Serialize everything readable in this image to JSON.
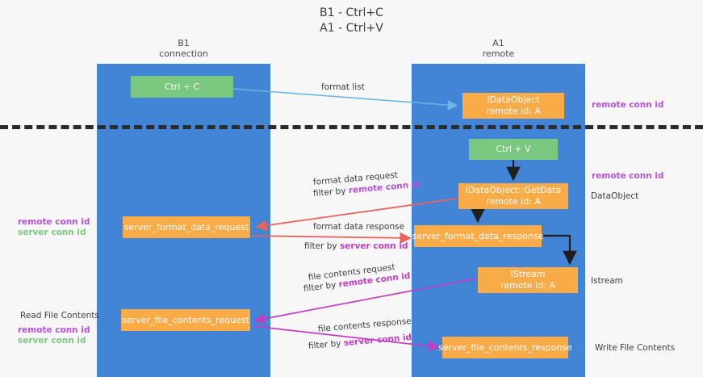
{
  "title": {
    "line1": "B1 - Ctrl+C",
    "line2": "A1 - Ctrl+V"
  },
  "lanes": [
    {
      "id": "b1",
      "name": "B1",
      "sub": "connection",
      "color": "#4285d6"
    },
    {
      "id": "a1",
      "name": "A1",
      "sub": "remote",
      "color": "#4285d6"
    }
  ],
  "colors": {
    "lane": "#4285d6",
    "green_node": "#7ac87f",
    "orange_node": "#f9ab48",
    "remote_conn_id": "#b452d8",
    "server_conn_id": "#7ac87f",
    "arrow_blue": "#6fb4e0",
    "arrow_black": "#1f1f1f",
    "arrow_red": "#e8635e",
    "arrow_magenta": "#c13ec1",
    "separator": "#2b2b2b",
    "background": "#f7f7f7"
  },
  "nodes": {
    "ctrl_c": {
      "label": "Ctrl + C",
      "kind": "green"
    },
    "idataobject": {
      "line1": "IDataObject",
      "line2": "remote id: A",
      "kind": "orange"
    },
    "ctrl_v": {
      "label": "Ctrl + V",
      "kind": "green"
    },
    "getdata": {
      "line1": "IDataObject::GetData",
      "line2": "remote id: A",
      "kind": "orange"
    },
    "server_format_data_request": {
      "label": "server_format_data_request",
      "kind": "orange"
    },
    "server_format_data_response": {
      "label": "server_format_data_response",
      "kind": "orange"
    },
    "istream": {
      "line1": "IStream",
      "line2": "remote id: A",
      "kind": "orange"
    },
    "server_file_contents_request": {
      "label": "server_file_contents_request",
      "kind": "orange"
    },
    "server_file_contents_response": {
      "label": "server_file_contents_response",
      "kind": "orange"
    }
  },
  "edge_labels": {
    "format_list": "format list",
    "format_data_request": "format data request",
    "format_data_request_filter_prefix": "filter by ",
    "format_data_request_filter_key": "remote conn id",
    "format_data_response": "format data response",
    "format_data_response_filter_prefix": "filter by ",
    "format_data_response_filter_key": "server conn id",
    "file_contents_request": "file contents request",
    "file_contents_request_filter_prefix": "filter by ",
    "file_contents_request_filter_key": "remote conn id",
    "file_contents_response": "file contents response",
    "file_contents_response_filter_prefix": "filter by ",
    "file_contents_response_filter_key": "server conn id"
  },
  "left_annotations": {
    "mid_remote": "remote conn id",
    "mid_server": "server conn id",
    "read_file_contents": "Read File Contents",
    "low_remote": "remote conn id",
    "low_server": "server conn id"
  },
  "right_annotations": {
    "top_remote": "remote conn id",
    "mid_remote": "remote conn id",
    "dataobject": "DataObject",
    "istream": "Istream",
    "write_file_contents": "Write File Contents"
  }
}
